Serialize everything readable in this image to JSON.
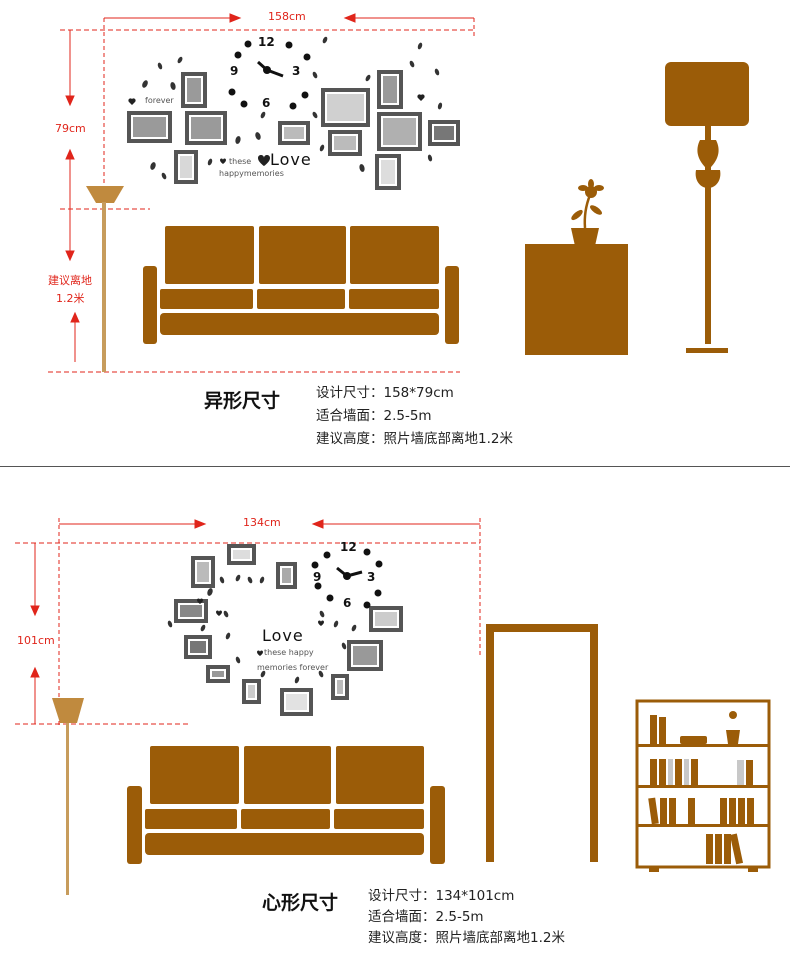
{
  "colors": {
    "furniture": "#9b5c08",
    "lamp_pole": "#c79c5c",
    "dimension": "#e0251b",
    "frame": "#555555"
  },
  "variant1": {
    "width_label": "158cm",
    "height_label": "79cm",
    "floor_label_line1": "建议离地",
    "floor_label_line2": "1.2米",
    "title": "异形尺寸",
    "spec_size": "设计尺寸：158*79cm",
    "spec_wall": "适合墙面：2.5-5m",
    "spec_height": "建议高度：照片墙底部离地1.2米",
    "clock_numbers": [
      "12",
      "3",
      "6",
      "9"
    ],
    "art_love": "Love",
    "art_forever": "forever",
    "art_these": "these",
    "art_memories": "happymemories"
  },
  "variant2": {
    "width_label": "134cm",
    "height_label": "101cm",
    "title": "心形尺寸",
    "spec_size": "设计尺寸：134*101cm",
    "spec_wall": "适合墙面：2.5-5m",
    "spec_height": "建议高度：照片墙底部离地1.2米",
    "clock_numbers": [
      "12",
      "3",
      "6",
      "9"
    ],
    "art_love": "Love",
    "art_these": "these happy",
    "art_memories": "memories forever"
  }
}
